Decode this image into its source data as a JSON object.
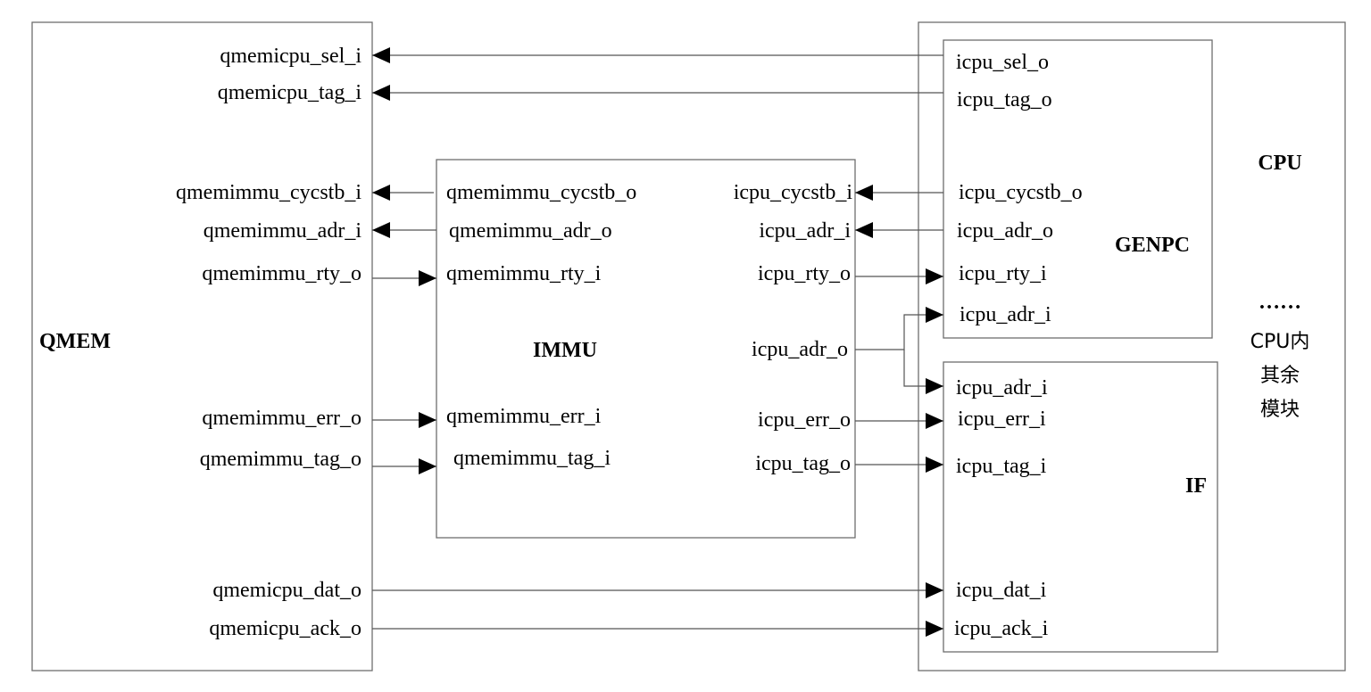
{
  "blocks": {
    "qmem": {
      "title": "QMEM",
      "ports": {
        "sel_i": "qmemicpu_sel_i",
        "tag_i": "qmemicpu_tag_i",
        "cycstb_i": "qmemimmu_cycstb_i",
        "adr_i": "qmemimmu_adr_i",
        "rty_o": "qmemimmu_rty_o",
        "err_o": "qmemimmu_err_o",
        "tag_o": "qmemimmu_tag_o",
        "dat_o": "qmemicpu_dat_o",
        "ack_o": "qmemicpu_ack_o"
      }
    },
    "immu": {
      "title": "IMMU",
      "ports": {
        "qmem_cycstb_o": "qmemimmu_cycstb_o",
        "qmem_adr_o": "qmemimmu_adr_o",
        "qmem_rty_i": "qmemimmu_rty_i",
        "qmem_err_i": "qmemimmu_err_i",
        "qmem_tag_i": "qmemimmu_tag_i",
        "cpu_cycstb_i": "icpu_cycstb_i",
        "cpu_adr_i": "icpu_adr_i",
        "cpu_rty_o": "icpu_rty_o",
        "cpu_adr_o": "icpu_adr_o",
        "cpu_err_o": "icpu_err_o",
        "cpu_tag_o": "icpu_tag_o"
      }
    },
    "cpu": {
      "title": "CPU",
      "ellipsis": "……",
      "others_line1": "CPU内",
      "others_line2": "其余",
      "others_line3": "模块"
    },
    "genpc": {
      "title": "GENPC",
      "ports": {
        "sel_o": "icpu_sel_o",
        "tag_o": "icpu_tag_o",
        "cycstb_o": "icpu_cycstb_o",
        "adr_o": "icpu_adr_o",
        "rty_i": "icpu_rty_i",
        "adr_i": "icpu_adr_i"
      }
    },
    "if": {
      "title": "IF",
      "ports": {
        "adr_i": "icpu_adr_i",
        "err_i": "icpu_err_i",
        "tag_i": "icpu_tag_i",
        "dat_i": "icpu_dat_i",
        "ack_i": "icpu_ack_i"
      }
    }
  },
  "connections": [
    {
      "from": "icpu_sel_o",
      "to": "qmemicpu_sel_i"
    },
    {
      "from": "icpu_tag_o",
      "to": "qmemicpu_tag_i"
    },
    {
      "from": "qmemimmu_cycstb_o",
      "to": "qmemimmu_cycstb_i"
    },
    {
      "from": "qmemimmu_adr_o",
      "to": "qmemimmu_adr_i"
    },
    {
      "from": "qmemimmu_rty_o",
      "to": "qmemimmu_rty_i"
    },
    {
      "from": "qmemimmu_err_o",
      "to": "qmemimmu_err_i"
    },
    {
      "from": "qmemimmu_tag_o",
      "to": "qmemimmu_tag_i"
    },
    {
      "from": "icpu_cycstb_o",
      "to": "icpu_cycstb_i"
    },
    {
      "from": "icpu_adr_o (GENPC)",
      "to": "icpu_adr_i (IMMU)"
    },
    {
      "from": "icpu_rty_o",
      "to": "icpu_rty_i"
    },
    {
      "from": "icpu_adr_o (IMMU)",
      "to": "icpu_adr_i (GENPC)"
    },
    {
      "from": "icpu_adr_o (IMMU)",
      "to": "icpu_adr_i (IF)"
    },
    {
      "from": "icpu_err_o",
      "to": "icpu_err_i"
    },
    {
      "from": "icpu_tag_o (IMMU)",
      "to": "icpu_tag_i"
    },
    {
      "from": "qmemicpu_dat_o",
      "to": "icpu_dat_i"
    },
    {
      "from": "qmemicpu_ack_o",
      "to": "icpu_ack_i"
    }
  ]
}
